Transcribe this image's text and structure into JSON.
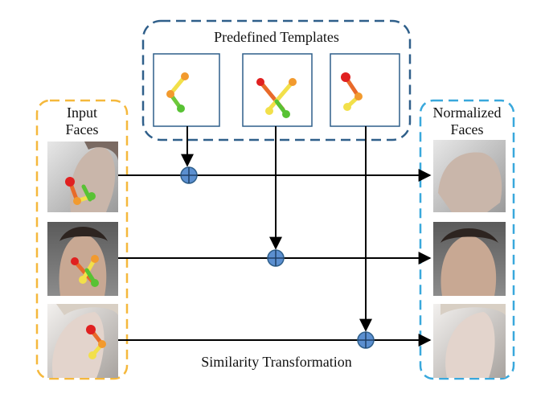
{
  "templates_label": "Predefined Templates",
  "input_label_line1": "Input",
  "input_label_line2": "Faces",
  "normalized_label_line1": "Normalized",
  "normalized_label_line2": "Faces",
  "bottom_label": "Similarity Transformation",
  "colors": {
    "templates_border": "#2f5f8a",
    "input_border": "#f5b83c",
    "normalized_border": "#39a8dc",
    "sum_node": "#5b8fd0",
    "landmark_red": "#e02020",
    "landmark_orange": "#f29a2e",
    "landmark_yellow": "#f2e04a",
    "landmark_green": "#58c234"
  },
  "icons": [
    "input-face-photo",
    "normalized-face-photo",
    "sum-node-icon",
    "landmark-template-icon"
  ]
}
